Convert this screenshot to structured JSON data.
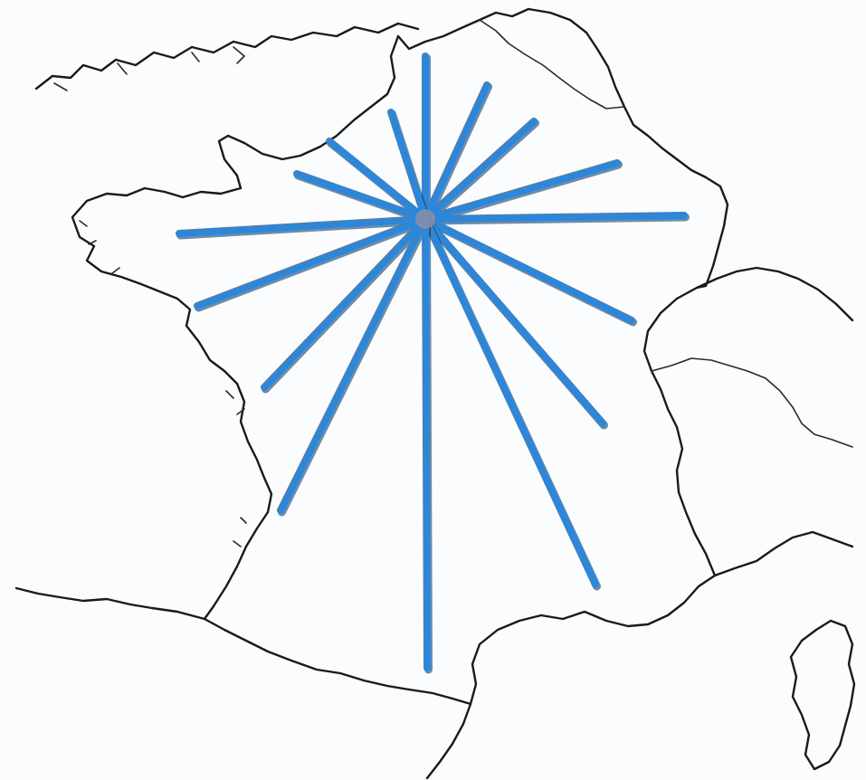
{
  "map": {
    "subject": "France",
    "hub": "Paris",
    "route_color": "#2f86d6",
    "route_shadow_color": "#0f2a44",
    "hub_color": "#8a8fa8",
    "coast_color": "#1a1a1a",
    "background_color": "#fbfcfd",
    "route_count": 16
  }
}
